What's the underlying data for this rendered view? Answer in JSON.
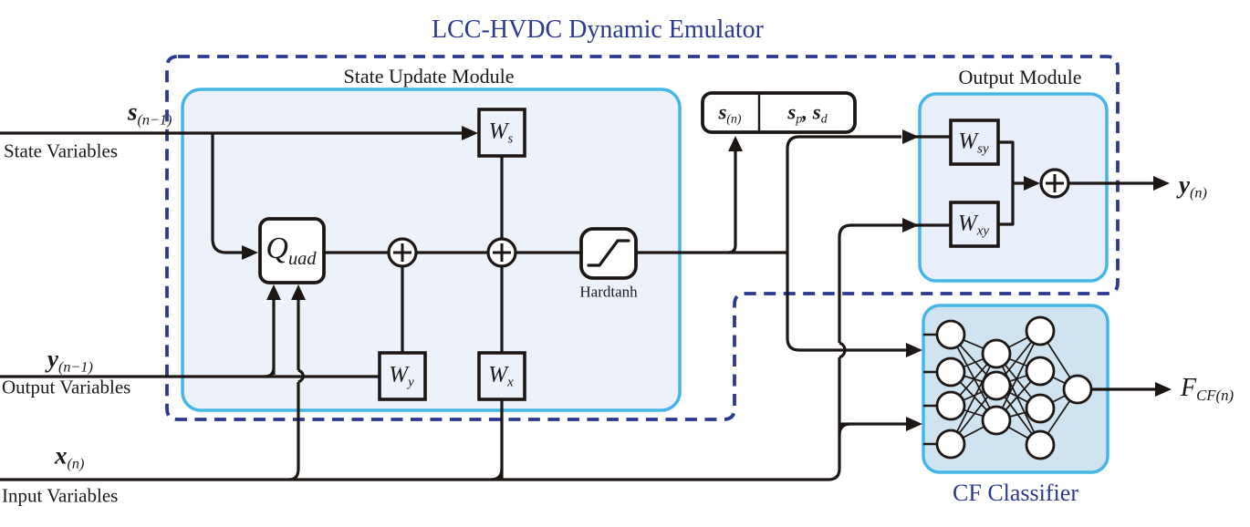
{
  "title": "LCC-HVDC Dynamic Emulator",
  "modules": {
    "state_update": {
      "label": "State Update Module"
    },
    "output": {
      "label": "Output Module"
    },
    "cf_classifier": {
      "label": "CF Classifier"
    }
  },
  "variables": {
    "state_in": {
      "base": "s",
      "sub": "(n−1)",
      "desc": "State Variables"
    },
    "output_in": {
      "base": "y",
      "sub": "(n−1)",
      "desc": "Output Variables"
    },
    "input_in": {
      "base": "x",
      "sub": "(n)",
      "desc": "Input Variables"
    },
    "output_out": {
      "base": "y",
      "sub": "(n)"
    },
    "cf_out": {
      "base": "F",
      "sub": "CF(n)"
    }
  },
  "blocks": {
    "quad": {
      "base": "Q",
      "sub": "uad"
    },
    "w_s": {
      "base": "W",
      "sub": "s"
    },
    "w_y": {
      "base": "W",
      "sub": "y"
    },
    "w_x": {
      "base": "W",
      "sub": "x"
    },
    "w_sy": {
      "base": "W",
      "sub": "sy"
    },
    "w_xy": {
      "base": "W",
      "sub": "xy"
    },
    "hardtanh": {
      "label": "Hardtanh"
    }
  },
  "state_box": {
    "current": {
      "base": "s",
      "sub": "(n)"
    },
    "params": {
      "a_base": "s",
      "a_sub": "p",
      "sep": ", ",
      "b_base": "s",
      "b_sub": "d"
    }
  },
  "colors": {
    "accent_navy": "#2b3990",
    "module_border": "#45b5e8",
    "state_fill": "#edf1f9",
    "output_fill": "#e9eefb",
    "cf_fill": "#cfe3f0",
    "line": "#1c1714"
  }
}
